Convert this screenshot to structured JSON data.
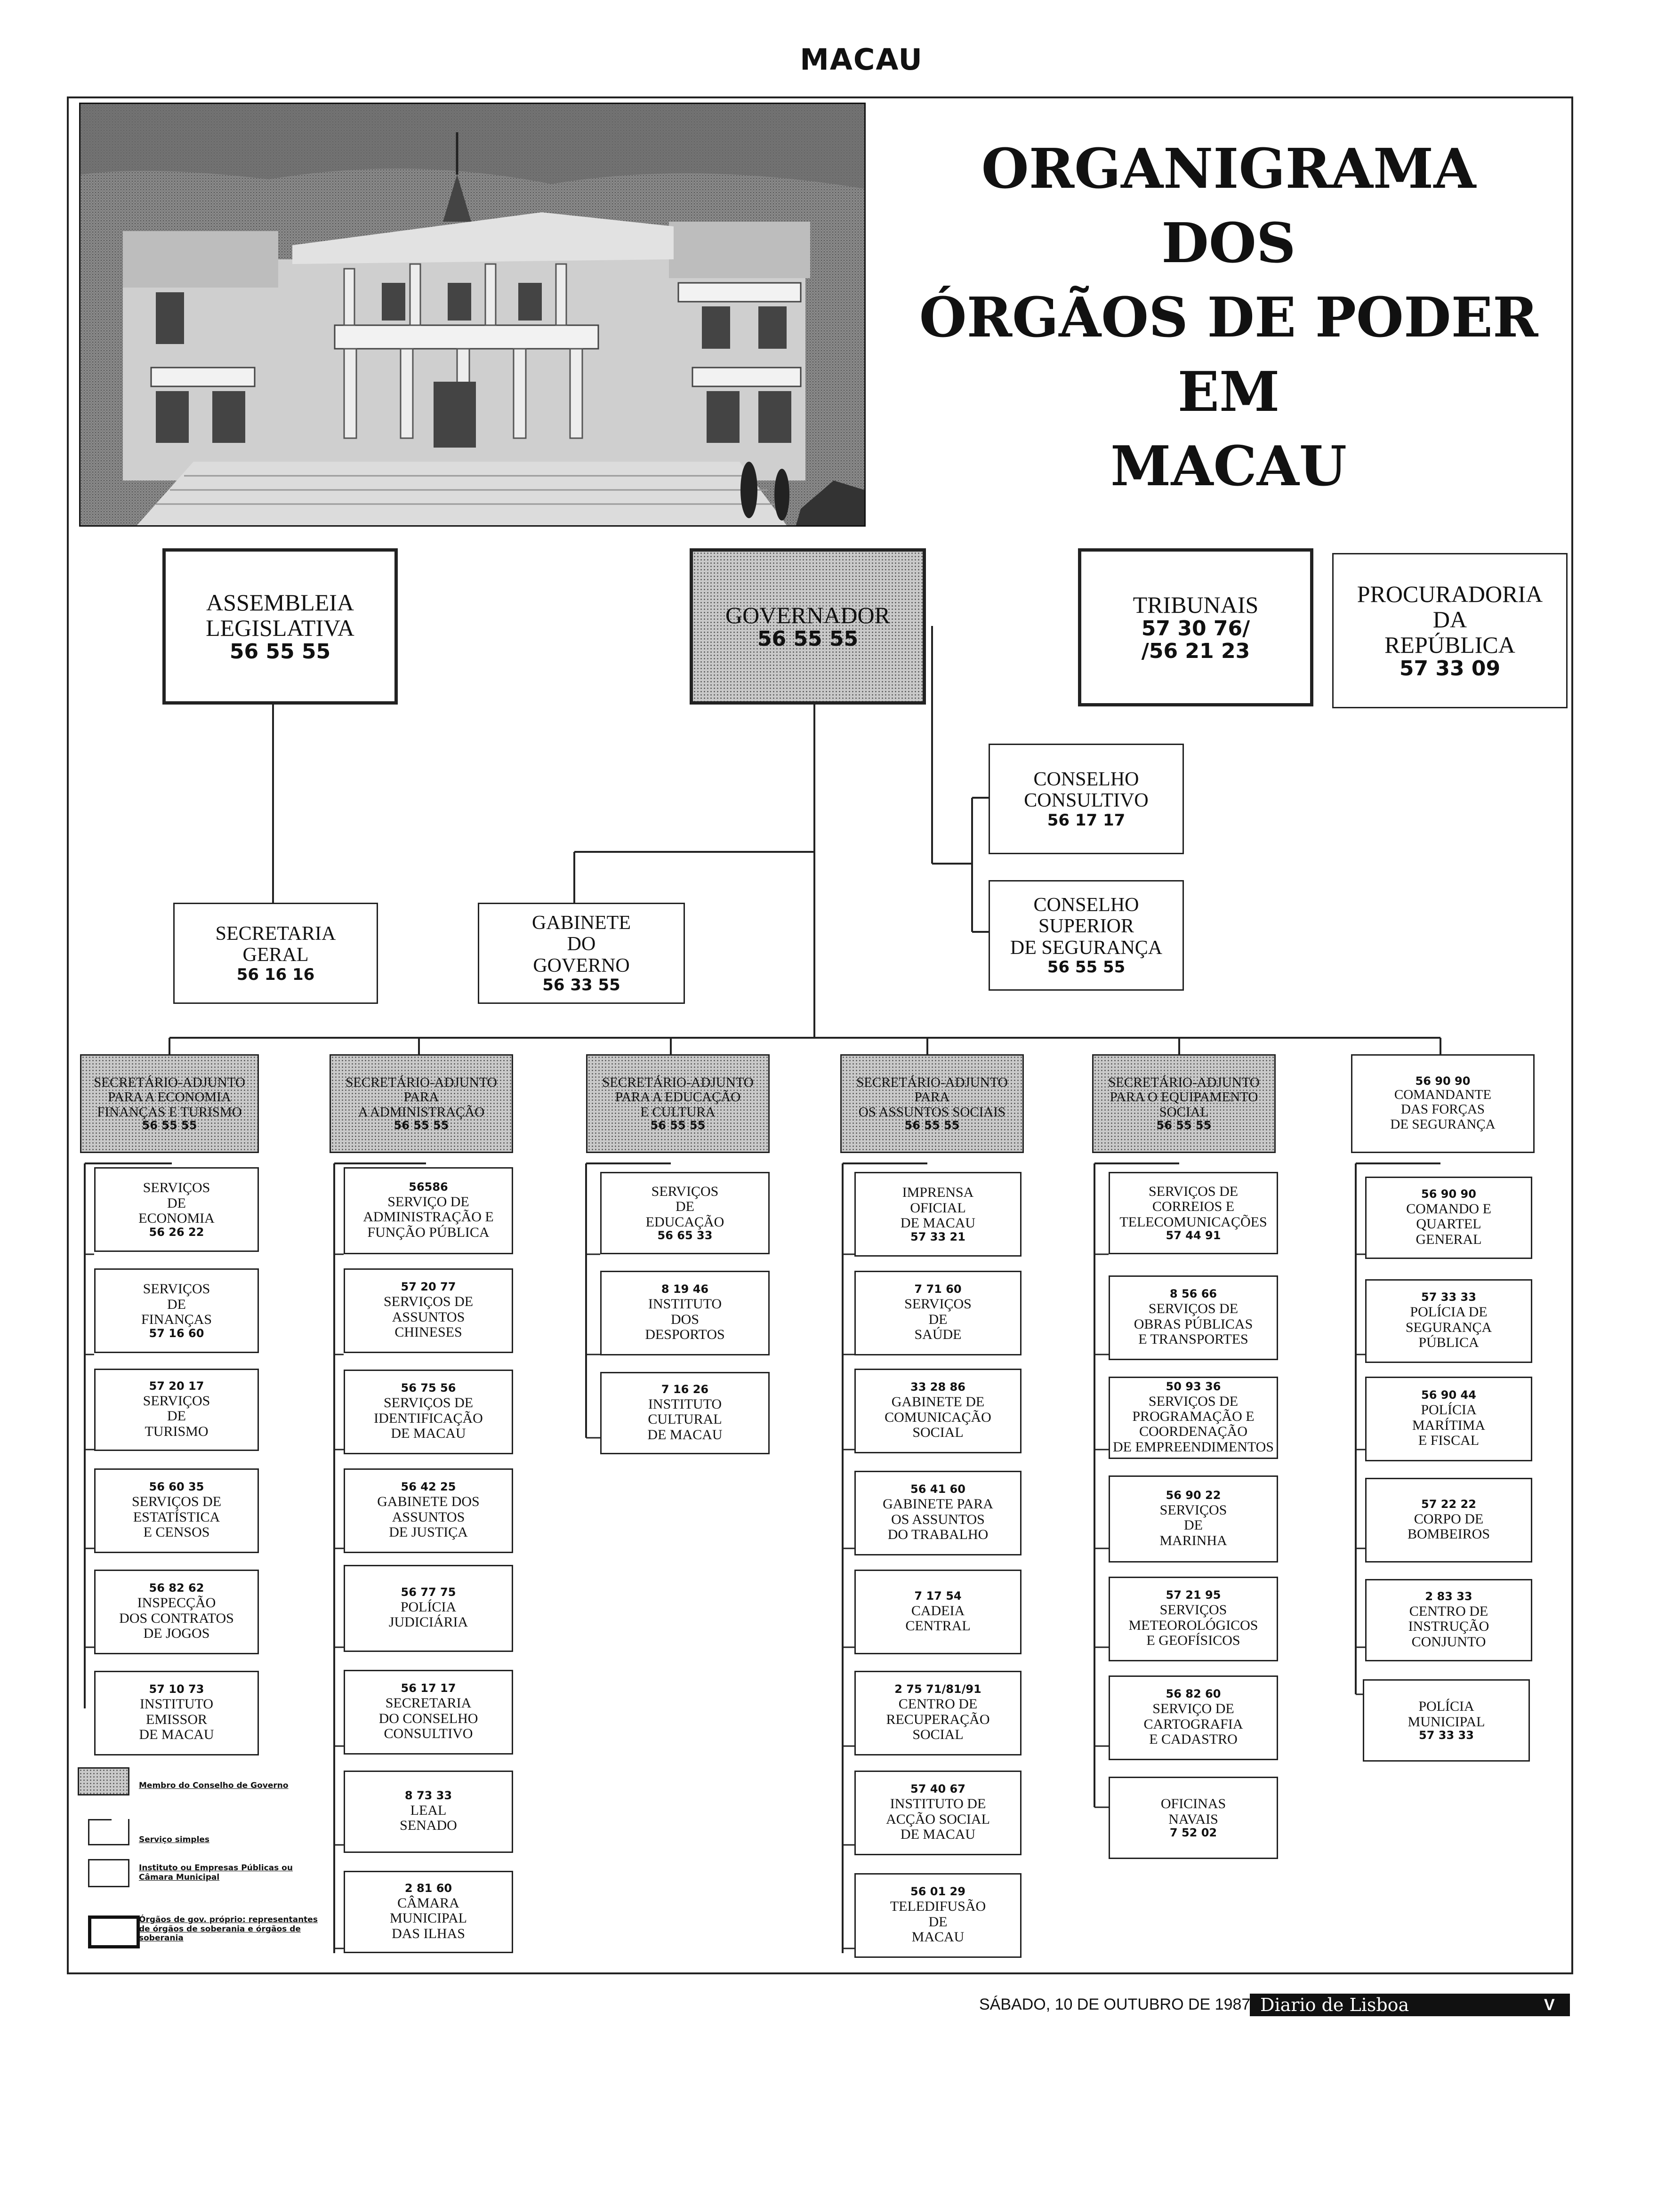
{
  "section_label": "MACAU",
  "title_lines": [
    "ORGANIGRAMA",
    "DOS",
    "ÓRGÃOS DE PODER",
    "EM",
    "MACAU"
  ],
  "top": {
    "assembleia": {
      "name": "ASSEMBLEIA\nLEGISLATIVA",
      "phone": "56 55 55"
    },
    "governador": {
      "name": "GOVERNADOR",
      "phone": "56 55 55"
    },
    "tribunais": {
      "name": "TRIBUNAIS",
      "phone": "57 30 76/\n/56 21 23"
    },
    "procuradoria": {
      "name": "PROCURADORIA\nDA\nREPÚBLICA",
      "phone": "57 33 09"
    }
  },
  "councils": {
    "consultivo": {
      "name": "CONSELHO\nCONSULTIVO",
      "phone": "56 17 17"
    },
    "seguranca": {
      "name": "CONSELHO\nSUPERIOR\nDE SEGURANÇA",
      "phone": "56 55 55"
    }
  },
  "secretaria_geral": {
    "name": "SECRETARIA\nGERAL",
    "phone": "56 16 16"
  },
  "gabinete_governo": {
    "name": "GABINETE\nDO\nGOVERNO",
    "phone": "56 33 55"
  },
  "columns": [
    {
      "head": {
        "name": "SECRETÁRIO-ADJUNTO\nPARA A ECONOMIA\nFINANÇAS E TURISMO",
        "phone": "56 55 55"
      },
      "services": [
        {
          "name": "SERVIÇOS\nDE\nECONOMIA",
          "phone": "56 26 22"
        },
        {
          "name": "SERVIÇOS\nDE\nFINANÇAS",
          "phone": "57 16 60"
        },
        {
          "phone_first": "57 20 17",
          "name": "SERVIÇOS\nDE\nTURISMO"
        },
        {
          "phone_first": "56 60 35",
          "name": "SERVIÇOS DE\nESTATÍSTICA\nE CENSOS"
        },
        {
          "phone_first": "56 82 62",
          "name": "INSPECÇÃO\nDOS CONTRATOS\nDE JOGOS"
        },
        {
          "phone_first": "57 10 73",
          "name": "INSTITUTO\nEMISSOR\nDE MACAU"
        }
      ]
    },
    {
      "head": {
        "name": "SECRETÁRIO-ADJUNTO\nPARA\nA ADMINISTRAÇÃO",
        "phone": "56 55 55"
      },
      "services": [
        {
          "phone_first": "56586",
          "name": "SERVIÇO DE\nADMINISTRAÇÃO E\nFUNÇÃO PÚBLICA"
        },
        {
          "phone_first": "57 20 77",
          "name": "SERVIÇOS DE\nASSUNTOS\nCHINESES"
        },
        {
          "phone_first": "56 75 56",
          "name": "SERVIÇOS DE\nIDENTIFICAÇÃO\nDE MACAU"
        },
        {
          "phone_first": "56 42 25",
          "name": "GABINETE DOS\nASSUNTOS\nDE JUSTIÇA"
        },
        {
          "phone_first": "56 77 75",
          "name": "POLÍCIA\nJUDICIÁRIA"
        },
        {
          "phone_first": "56 17 17",
          "name": "SECRETARIA\nDO CONSELHO\nCONSULTIVO"
        },
        {
          "phone_first": "8 73 33",
          "name": "LEAL\nSENADO"
        },
        {
          "phone_first": "2 81 60",
          "name": "CÂMARA\nMUNICIPAL\nDAS ILHAS"
        }
      ]
    },
    {
      "head": {
        "name": "SECRETÁRIO-ADJUNTO\nPARA A EDUCAÇÃO\nE CULTURA",
        "phone": "56 55 55"
      },
      "services": [
        {
          "name": "SERVIÇOS\nDE\nEDUCAÇÃO",
          "phone": "56 65 33"
        },
        {
          "phone_first": "8 19 46",
          "name": "INSTITUTO\nDOS\nDESPORTOS"
        },
        {
          "phone_first": "7 16 26",
          "name": "INSTITUTO\nCULTURAL\nDE MACAU"
        }
      ]
    },
    {
      "head": {
        "name": "SECRETÁRIO-ADJUNTO\nPARA\nOS ASSUNTOS SOCIAIS",
        "phone": "56 55 55"
      },
      "services": [
        {
          "name": "IMPRENSA\nOFICIAL\nDE MACAU",
          "phone": "57 33 21"
        },
        {
          "phone_first": "7 71 60",
          "name": "SERVIÇOS\nDE\nSAÚDE"
        },
        {
          "phone_first": "33 28 86",
          "name": "GABINETE DE\nCOMUNICAÇÃO\nSOCIAL"
        },
        {
          "phone_first": "56 41 60",
          "name": "GABINETE PARA\nOS ASSUNTOS\nDO TRABALHO"
        },
        {
          "phone_first": "7 17 54",
          "name": "CADEIA\nCENTRAL"
        },
        {
          "phone_first": "2 75 71/81/91",
          "name": "CENTRO DE\nRECUPERAÇÃO\nSOCIAL"
        },
        {
          "phone_first": "57 40 67",
          "name": "INSTITUTO DE\nACÇÃO SOCIAL\nDE MACAU"
        },
        {
          "phone_first": "56 01 29",
          "name": "TELEDIFUSÃO\nDE\nMACAU"
        }
      ]
    },
    {
      "head": {
        "name": "SECRETÁRIO-ADJUNTO\nPARA O EQUIPAMENTO\nSOCIAL",
        "phone": "56 55 55"
      },
      "services": [
        {
          "name": "SERVIÇOS DE\nCORREIOS E\nTELECOMUNICAÇÕES",
          "phone": "57 44 91"
        },
        {
          "phone_first": "8 56 66",
          "name": "SERVIÇOS DE\nOBRAS PÚBLICAS\nE TRANSPORTES"
        },
        {
          "phone_first": "50 93 36",
          "name": "SERVIÇOS DE\nPROGRAMAÇÃO E\nCOORDENAÇÃO\nDE EMPREENDIMENTOS"
        },
        {
          "phone_first": "56 90 22",
          "name": "SERVIÇOS\nDE\nMARINHA"
        },
        {
          "phone_first": "57 21 95",
          "name": "SERVIÇOS\nMETEOROLÓGICOS\nE GEOFÍSICOS"
        },
        {
          "phone_first": "56 82 60",
          "name": "SERVIÇO DE\nCARTOGRAFIA\nE CADASTRO"
        },
        {
          "name": "OFICINAS\nNAVAIS",
          "phone": "7 52 02"
        }
      ]
    },
    {
      "head": {
        "phone_first": "56 90 90",
        "name": "COMANDANTE\nDAS FORÇAS\nDE SEGURANÇA"
      },
      "services": [
        {
          "phone_first": "56 90 90",
          "name": "COMANDO E\nQUARTEL\nGENERAL"
        },
        {
          "phone_first": "57 33 33",
          "name": "POLÍCIA DE\nSEGURANÇA\nPÚBLICA"
        },
        {
          "phone_first": "56 90 44",
          "name": "POLÍCIA\nMARÍTIMA\nE FISCAL"
        },
        {
          "phone_first": "57 22 22",
          "name": "CORPO DE\nBOMBEIROS"
        },
        {
          "phone_first": "2 83 33",
          "name": "CENTRO DE\nINSTRUÇÃO\nCONJUNTO"
        },
        {
          "name": "POLÍCIA\nMUNICIPAL",
          "phone": "57 33 33"
        }
      ]
    }
  ],
  "legend": [
    "Membro do Conselho de Governo",
    "Serviço simples",
    "Instituto ou Empresas Públicas ou Câmara Municipal",
    "Órgãos de gov. próprio: representantes de órgãos de soberania e órgãos de soberania"
  ],
  "footer": {
    "date": "SÁBADO, 10 DE OUTUBRO DE 1987",
    "newspaper": "Diario de Lisboa",
    "page": "V"
  }
}
